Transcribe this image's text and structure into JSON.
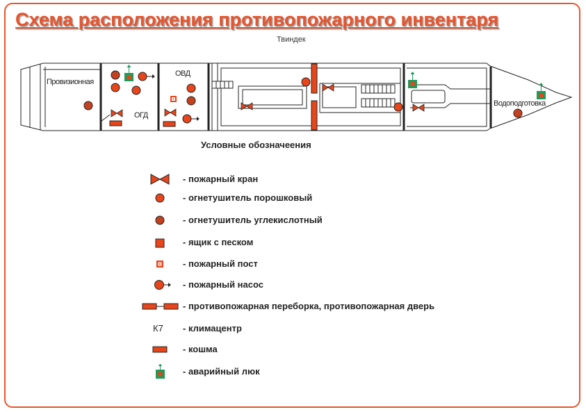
{
  "title": "Схема расположения противопожарного инвентаря",
  "deck_label": "Твиндек",
  "rooms": {
    "provision": "Провизионная",
    "ogd": "ОГД",
    "ovd": "ОВД",
    "water": "Водоподготовка"
  },
  "legend": {
    "title": "Условные обозначеения",
    "items": [
      {
        "icon": "fire-hydrant-icon",
        "label": "- пожарный кран"
      },
      {
        "icon": "powder-extinguisher-icon",
        "label": "- огнетушитель порошковый"
      },
      {
        "icon": "co2-extinguisher-icon",
        "label": "- огнетушитель  углекислотный"
      },
      {
        "icon": "sand-box-icon",
        "label": "- ящик с песком"
      },
      {
        "icon": "fire-station-icon",
        "label": "- пожарный пост"
      },
      {
        "icon": "fire-pump-icon",
        "label": "- пожарный насос"
      },
      {
        "icon": "fire-bulkhead-icon",
        "label": "- противопожарная переборка, противопожарная дверь"
      },
      {
        "icon": "climate-center-icon",
        "label": "- климацентр",
        "symbol_text": "К7"
      },
      {
        "icon": "fire-blanket-icon",
        "label": "- кошма"
      },
      {
        "icon": "emergency-hatch-icon",
        "label": "- аварийный люк"
      }
    ]
  },
  "colors": {
    "accent": "#e8542c",
    "symbol_red": "#e8451a",
    "hatch_green": "#1f9a5a",
    "outline": "#222222"
  }
}
